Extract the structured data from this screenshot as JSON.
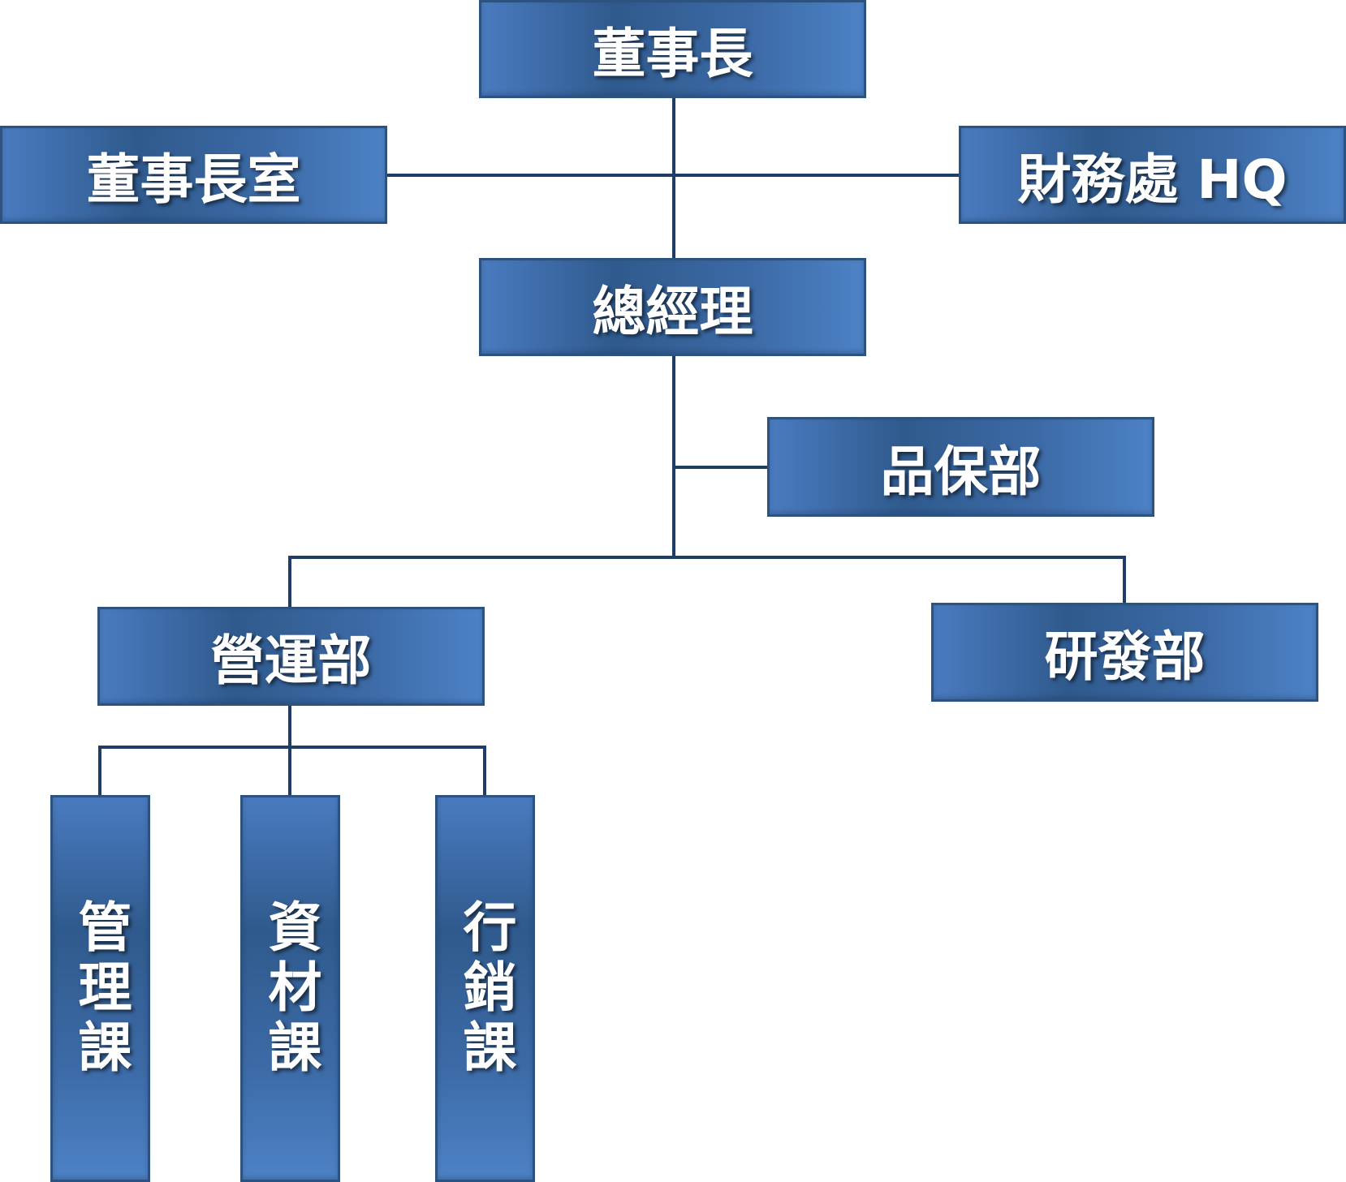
{
  "nodes": {
    "chairman": "董事長",
    "chairman_office": "董事長室",
    "finance_hq": "財務處 HQ",
    "general_manager": "總經理",
    "quality_assurance": "品保部",
    "operations": "營運部",
    "rnd": "研發部",
    "management_section": "管理課",
    "materials_section": "資材課",
    "marketing_section": "行銷課"
  },
  "colors": {
    "box_fill_dark": "#2f5a8d",
    "box_fill_light": "#4d82c6",
    "box_border": "#2c5280",
    "connector": "#1f3d66",
    "text": "#ffffff"
  }
}
